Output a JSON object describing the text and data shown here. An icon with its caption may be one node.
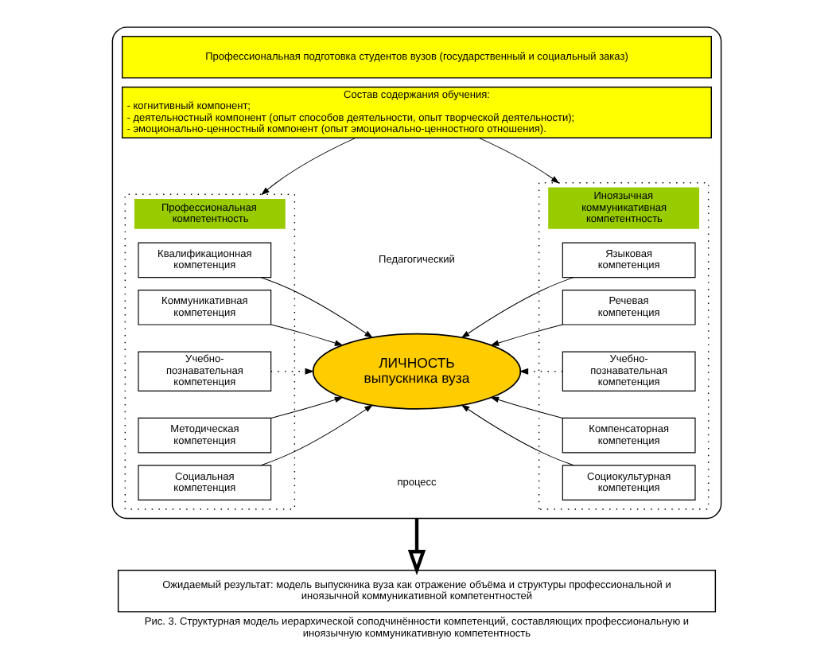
{
  "diagram": {
    "caption": "Рис. 3. Структурная модель иерархической соподчинённости компетенций, составляющих профессиональную и иноязычную коммуникативную компетентность",
    "nodes": [
      {
        "text": [],
        "shape": "box"
      },
      {
        "text": [
          "Профессиональная подготовка студентов вузов (государственный и социальный заказ)"
        ],
        "in": 0
      },
      {
        "text": [
          "Состав содержания обучения:",
          "- когнитивный компонент;",
          "- деятельностный компонент (опыт способов деятельности, опыт творческой деятельности);",
          "- эмоционально-ценностный компонент (опыт эмоционально-ценностного отношения)."
        ],
        "in": 0
      },
      {
        "text": [
          "Профессиональная компетентность"
        ],
        "in": 0
      },
      {
        "text": [
          "Квалификационная компетенция"
        ],
        "in": 3
      },
      {
        "text": [
          "Коммуникативная компетенция"
        ],
        "in": 3
      },
      {
        "text": [
          "Учебно-познавательная компетенция"
        ],
        "in": 3
      },
      {
        "text": [
          "Методическая компетенция"
        ],
        "in": 3
      },
      {
        "text": [
          "Социальная компетенция"
        ],
        "in": 3
      },
      {
        "text": [
          "Иноязычная коммуникативная компетентность"
        ],
        "in": 0
      },
      {
        "text": [
          "Языковая компетенция"
        ],
        "in": 9
      },
      {
        "text": [
          "Речевая компетенция"
        ],
        "in": 9
      },
      {
        "text": [
          "Учебно-познавательная компетенция"
        ],
        "in": 9
      },
      {
        "text": [
          "Компенсаторная компетенция"
        ],
        "in": 9
      },
      {
        "text": [
          "Социокультурная компетенция"
        ],
        "in": 9
      },
      {
        "text": [
          "ЛИЧНОСТЬ",
          "выпускника вуза"
        ],
        "in": 0
      },
      {
        "text": [
          "Ожидаемый результат: модель выпускника вуза как отражение объёма и структуры профессиональной и иноязычной коммуникативной компетентностей"
        ]
      }
    ],
    "edges": [
      {
        "from": 2,
        "to": 3,
        "arrow": "to"
      },
      {
        "from": 2,
        "to": 9,
        "arrow": "to"
      },
      {
        "from": 4,
        "to": 15,
        "arrow": "to"
      },
      {
        "from": 5,
        "to": 15,
        "arrow": "to"
      },
      {
        "from": 6,
        "to": 15,
        "arrow": "to",
        "style": "dashed"
      },
      {
        "from": 7,
        "to": 15,
        "arrow": "to"
      },
      {
        "from": 8,
        "to": 15,
        "arrow": "to"
      },
      {
        "from": 10,
        "to": 15,
        "arrow": "to"
      },
      {
        "from": 11,
        "to": 15,
        "arrow": "to"
      },
      {
        "from": 12,
        "to": 15,
        "arrow": "to",
        "style": "dashed"
      },
      {
        "from": 13,
        "to": 15,
        "arrow": "to"
      },
      {
        "from": 14,
        "to": 15,
        "arrow": "to"
      },
      {
        "from": 0,
        "to": 16,
        "arrow": "to",
        "style": "thick"
      }
    ],
    "labels": [
      "Педагогический",
      "процесс"
    ]
  }
}
